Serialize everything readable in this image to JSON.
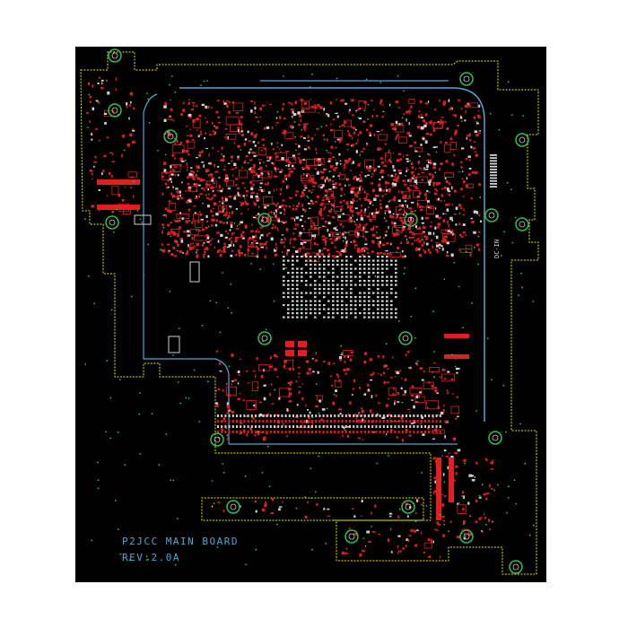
{
  "board": {
    "title": "P2JCC  MAIN BOARD",
    "revision": "REV:2.0A",
    "side_label": "DC-IN"
  },
  "colors": {
    "background": "#000000",
    "outline": "#e8e800",
    "copper_top": "#e02020",
    "silkscreen": "#4aa8d8",
    "via": "#2fbf4f",
    "pad": "#d0d0d0"
  }
}
